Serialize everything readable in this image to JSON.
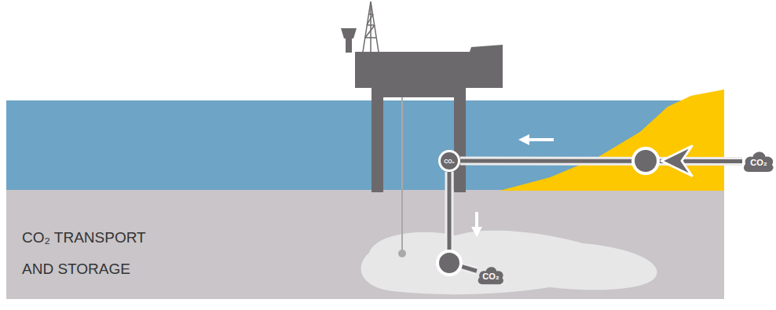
{
  "diagram": {
    "nodes": [
      {
        "text": [
          "CO₂"
        ]
      },
      {
        "text": [
          "CO₂"
        ]
      },
      {
        "text": [
          "CO₂"
        ]
      }
    ],
    "edges": [
      {
        "from": 0,
        "to": 1,
        "arrow": "to"
      },
      {
        "from": 1,
        "to": 2,
        "arrow": "to"
      }
    ],
    "labels": [
      "CO₂ TRANSPORT AND STORAGE"
    ]
  }
}
